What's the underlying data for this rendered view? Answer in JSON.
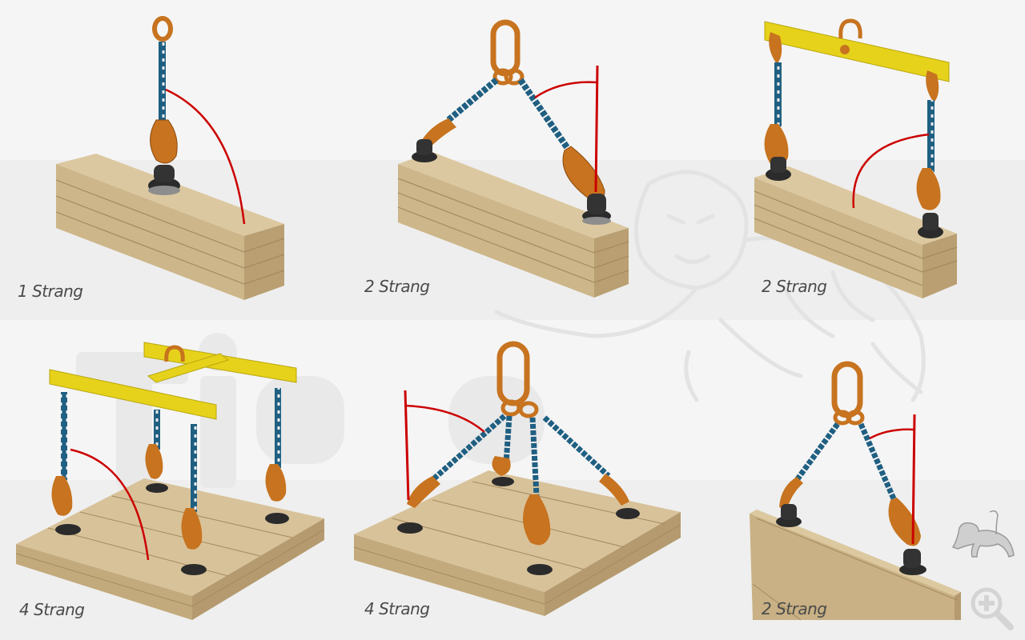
{
  "colors": {
    "background": "#f4f4f4",
    "wood": "#d8c29a",
    "wood_dark": "#b49a6e",
    "wood_line": "#8d7650",
    "chain": "#1f5f82",
    "hook": "#c7731f",
    "hook_dark": "#8a4a10",
    "beam": "#e6d21a",
    "beam_dark": "#b8a60e",
    "angle_marker": "#cc0000",
    "base_plate": "#2b2b2b",
    "label_text": "#4a4a4a",
    "watermark": "#e2e2e2"
  },
  "diagrams": [
    {
      "id": "d1",
      "label": "1 Strang",
      "legs": 1,
      "load": "beam",
      "rig": "single-ring"
    },
    {
      "id": "d2",
      "label": "2 Strang",
      "legs": 2,
      "load": "beam",
      "rig": "master-link"
    },
    {
      "id": "d3",
      "label": "2 Strang",
      "legs": 2,
      "load": "beam",
      "rig": "spreader-bar"
    },
    {
      "id": "d4",
      "label": "4 Strang",
      "legs": 4,
      "load": "panel",
      "rig": "h-spreader-beam"
    },
    {
      "id": "d5",
      "label": "4 Strang",
      "legs": 4,
      "load": "panel",
      "rig": "master-link"
    },
    {
      "id": "d6",
      "label": "2 Strang",
      "legs": 2,
      "load": "wall-panel",
      "rig": "master-link"
    }
  ],
  "watermark": {
    "brand": "tiger",
    "icon": "tiger-logo-icon"
  },
  "controls": {
    "zoom_icon": "zoom-in-icon"
  }
}
